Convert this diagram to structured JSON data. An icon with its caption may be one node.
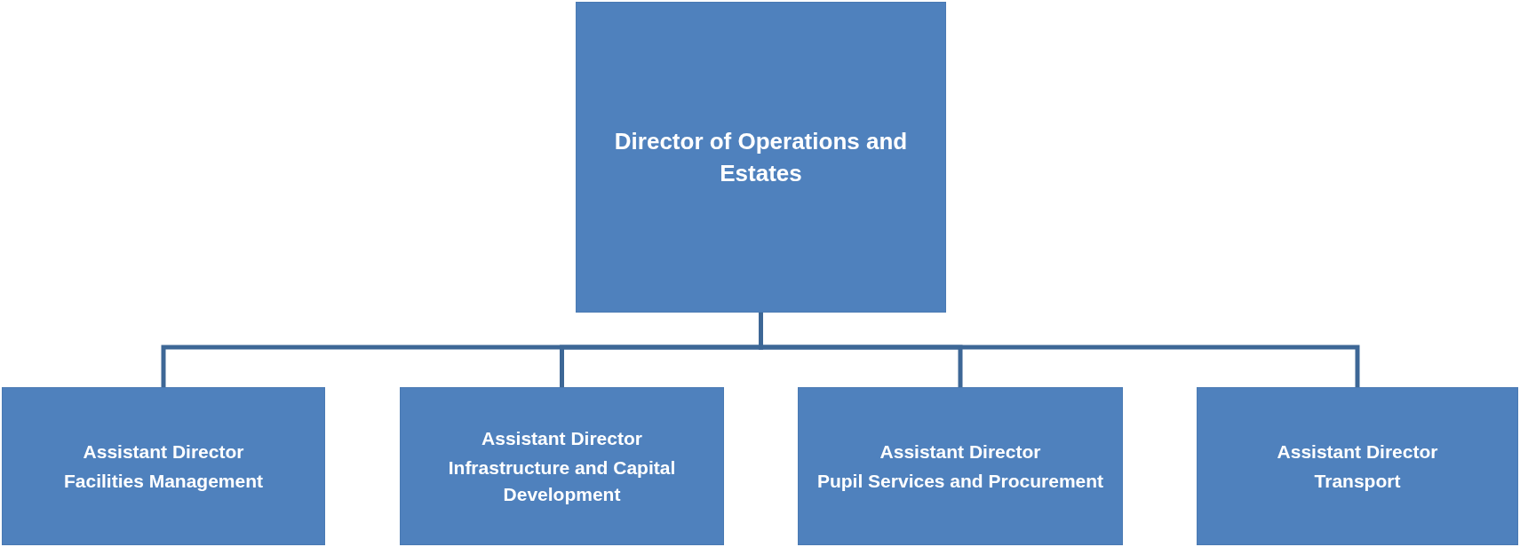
{
  "diagram": {
    "nodes": [
      {
        "text": [
          "Director of Operations and Estates"
        ]
      },
      {
        "text": [
          "Assistant Director",
          "Facilities Management"
        ]
      },
      {
        "text": [
          "Assistant Director",
          "Infrastructure and Capital Development"
        ]
      },
      {
        "text": [
          "Assistant Director",
          "Pupil Services and Procurement"
        ]
      },
      {
        "text": [
          "Assistant Director",
          "Transport"
        ]
      }
    ],
    "edges": [
      {
        "from": 0,
        "to": 1,
        "arrow": "none"
      },
      {
        "from": 0,
        "to": 2,
        "arrow": "none"
      },
      {
        "from": 0,
        "to": 3,
        "arrow": "none"
      },
      {
        "from": 0,
        "to": 4,
        "arrow": "none"
      }
    ]
  }
}
